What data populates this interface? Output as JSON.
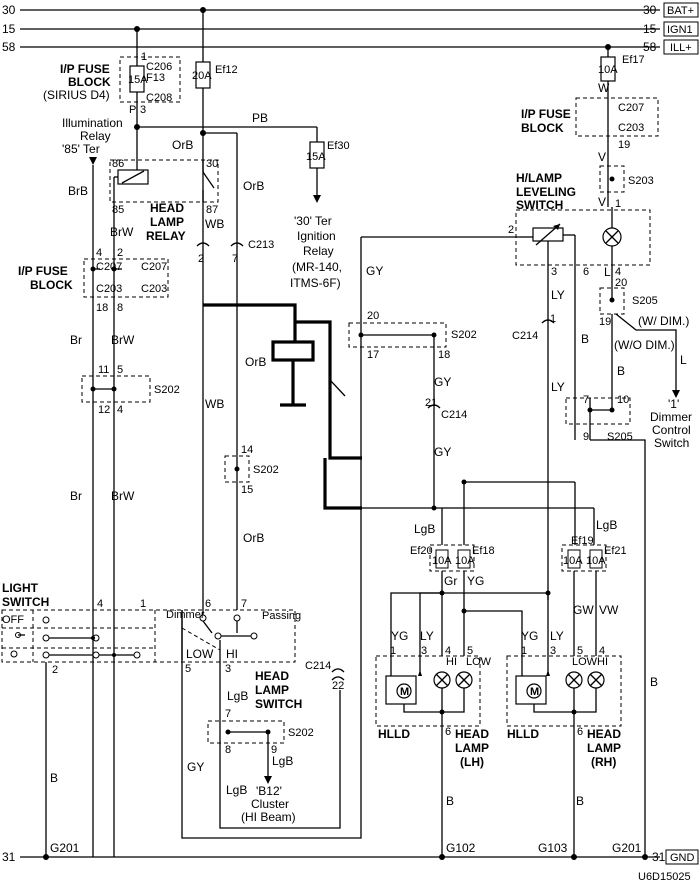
{
  "rails": {
    "bat_num_left": "30",
    "bat_num_right": "30",
    "bat_label": "BAT+",
    "ign_num_left": "15",
    "ign_num_right": "15",
    "ign_label": "IGN1",
    "ill_num_left": "58",
    "ill_num_right": "58",
    "ill_label": "ILL+",
    "gnd_num_left": "31",
    "gnd_num_right": "31",
    "gnd_label": "GND"
  },
  "ip_fuse_block_1": {
    "title_1": "I/P FUSE",
    "title_2": "BLOCK",
    "title_3": "(SIRIUS D4)",
    "c206": "C206",
    "f13": "F13",
    "fuse": "15A",
    "c208": "C208",
    "pin1": "1",
    "pin_p": "P",
    "pin3": "3"
  },
  "ef12": {
    "fuse": "20A",
    "label": "Ef12"
  },
  "ef30": {
    "fuse": "15A",
    "label": "Ef30",
    "note_1": "'30' Ter",
    "note_2": "Ignition",
    "note_3": "Relay",
    "note_4": "(MR-140,",
    "note_5": "ITMS-6F)"
  },
  "ef17": {
    "fuse": "10A",
    "label": "Ef17"
  },
  "illum_relay": {
    "line_1": "Illumination",
    "line_2": "Relay",
    "line_3": "'85' Ter"
  },
  "head_lamp_relay": {
    "title_1": "HEAD",
    "title_2": "LAMP",
    "title_3": "RELAY",
    "pin86": "86",
    "pin85": "85",
    "pin30": "30",
    "pin87": "87"
  },
  "ip_fuse_block_2": {
    "title_1": "I/P FUSE",
    "title_2": "BLOCK",
    "c207a": "C207",
    "c207b": "C207",
    "c203a": "C203",
    "c203b": "C203",
    "pin4": "4",
    "pin2": "2",
    "pin18": "18",
    "pin8": "8"
  },
  "ip_fuse_block_3": {
    "title_1": "I/P FUSE",
    "title_2": "BLOCK",
    "c207": "C207",
    "c203": "C203",
    "pin19": "19"
  },
  "wire_colors": {
    "pb": "PB",
    "orb_1": "OrB",
    "orb_2": "OrB",
    "orb_3": "OrB",
    "orb_4": "OrB",
    "brb": "BrB",
    "brw_1": "BrW",
    "brw_2": "BrW",
    "brw_3": "BrW",
    "br_1": "Br",
    "br_2": "Br",
    "wb_1": "WB",
    "wb_2": "WB",
    "gy_1": "GY",
    "gy_2": "GY",
    "gy_3": "GY",
    "gy_4": "GY",
    "w": "W",
    "v_1": "V",
    "v_2": "V",
    "l_1": "L",
    "l_2": "L",
    "ly_1": "LY",
    "ly_2": "LY",
    "b_1": "B",
    "b_2": "B",
    "b_3": "B",
    "b_4": "B",
    "b_5": "B",
    "b_6": "B",
    "lgb_1": "LgB",
    "lgb_2": "LgB",
    "lgb_3": "LgB",
    "lgb_4": "LgB",
    "lgb_5": "LgB",
    "gr": "Gr",
    "yg_1": "YG",
    "gw": "GW",
    "vw": "VW",
    "yg_2": "YG",
    "ly_3": "LY",
    "yg_3": "YG",
    "ly_4": "LY"
  },
  "c213": {
    "label": "C213",
    "pin2": "2",
    "pin7": "7"
  },
  "s202_a": {
    "label": "S202",
    "pin11": "11",
    "pin5": "5",
    "pin12": "12",
    "pin4": "4"
  },
  "s202_b": {
    "label": "S202",
    "pin14": "14",
    "pin15": "15"
  },
  "s202_c": {
    "label": "S202",
    "pin20": "20",
    "pin17": "17",
    "pin18": "18"
  },
  "s202_d": {
    "label": "S202",
    "pin7": "7",
    "pin8": "8",
    "pin9": "9"
  },
  "c214": {
    "label_1": "C214",
    "pin21": "21",
    "label_2": "C214",
    "pin1": "1",
    "label_3": "C214",
    "pin22": "22"
  },
  "leveling_switch": {
    "title_1": "H/LAMP",
    "title_2": "LEVELING",
    "title_3": "SWITCH",
    "pin2": "2",
    "pin3": "3",
    "pin6": "6",
    "pin4": "4",
    "pin1": "1"
  },
  "s203": {
    "label": "S203"
  },
  "s205_a": {
    "label": "S205",
    "pin20": "20",
    "pin19": "19"
  },
  "s205_b": {
    "label": "S205",
    "pin7": "7",
    "pin10": "10",
    "pin9": "9"
  },
  "dim": {
    "with": "(W/ DIM.)",
    "without": "(W/O DIM.)",
    "ctrl_1": "'1'",
    "ctrl_2": "Dimmer",
    "ctrl_3": "Control",
    "ctrl_4": "Switch"
  },
  "fuses_lamp": {
    "ef20": "Ef20",
    "ef18": "Ef18",
    "ef19": "Ef19",
    "ef21": "Ef21",
    "f20": "10A",
    "f18": "10A",
    "f19": "10A",
    "f21": "10A"
  },
  "light_switch": {
    "title_1": "LIGHT",
    "title_2": "SWITCH",
    "off": "OFF",
    "pin4": "4",
    "pin1": "1",
    "pin2": "2"
  },
  "head_lamp_switch": {
    "title_1": "HEAD",
    "title_2": "LAMP",
    "title_3": "SWITCH",
    "dimmer": "Dimmer",
    "passing": "Passing",
    "low": "LOW",
    "hi": "HI",
    "pin6": "6",
    "pin7": "7",
    "pin5": "5",
    "pin3": "3"
  },
  "cluster": {
    "line_1": "'B12'",
    "line_2": "Cluster",
    "line_3": "(HI Beam)"
  },
  "hlld_lh": {
    "label": "HLLD",
    "p1": "1",
    "p3": "3",
    "p4": "4",
    "p5": "5",
    "hi": "HI",
    "low": "LOW",
    "p6": "6"
  },
  "hlld_rh": {
    "label": "HLLD",
    "p1": "1",
    "p3": "3",
    "p5": "5",
    "p4": "4",
    "low": "LOW",
    "hi": "HI",
    "p6": "6"
  },
  "head_lamp_lh": {
    "title_1": "HEAD",
    "title_2": "LAMP",
    "title_3": "(LH)"
  },
  "head_lamp_rh": {
    "title_1": "HEAD",
    "title_2": "LAMP",
    "title_3": "(RH)"
  },
  "grounds": {
    "g201_a": "G201",
    "g102": "G102",
    "g103": "G103",
    "g201_b": "G201"
  },
  "figure_id": "U6D15025"
}
